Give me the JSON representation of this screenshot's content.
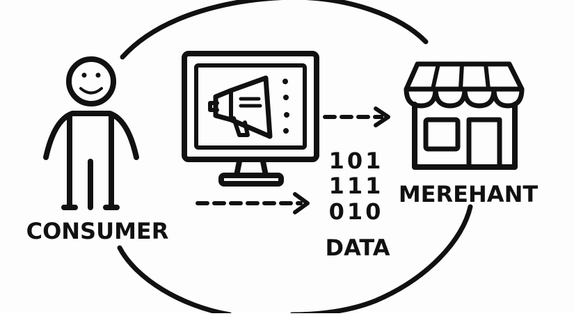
{
  "diagram": {
    "consumer_label": "CONSUMER",
    "merchant_label": "MEREHANT",
    "data_label": "DATA",
    "binary_rows": [
      "101",
      "111",
      "010"
    ],
    "ink_color": "#111111",
    "background_color": "#fdfdfd",
    "icons": {
      "consumer": "stick-figure-icon",
      "screen": "monitor-icon",
      "ad": "megaphone-icon",
      "merchant": "storefront-icon"
    }
  }
}
